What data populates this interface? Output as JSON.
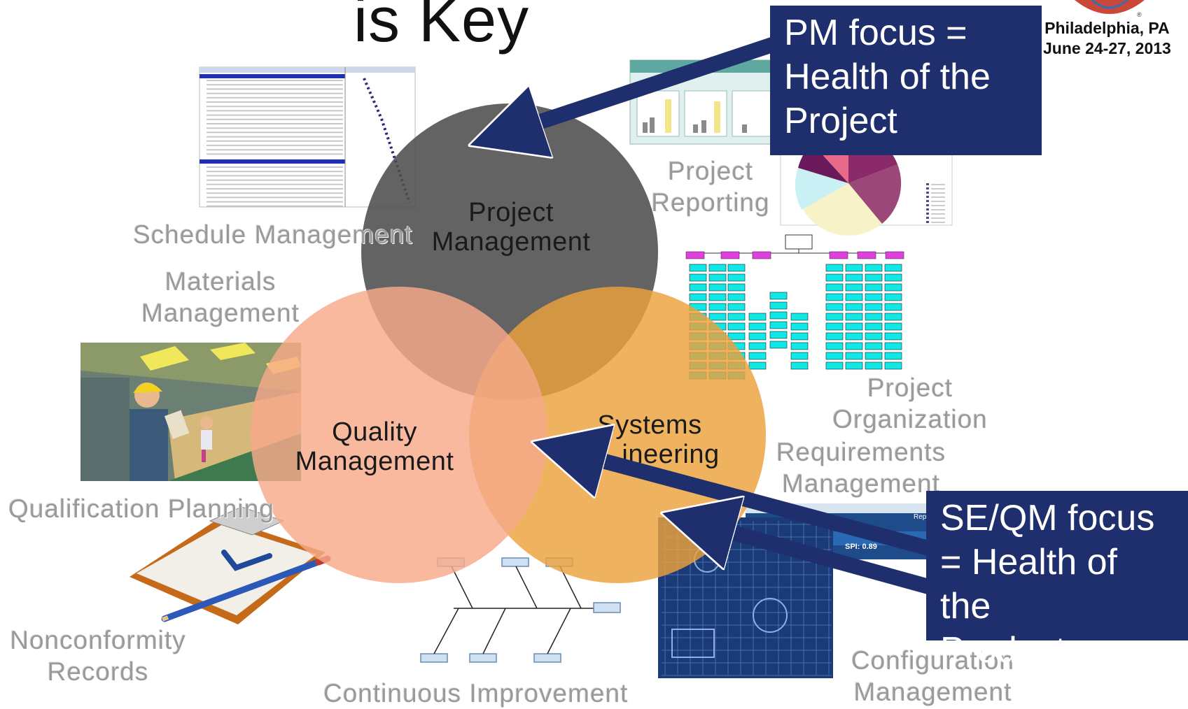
{
  "title": "is Key",
  "conference": {
    "location": "Philadelphia, PA",
    "dates": "June 24-27, 2013"
  },
  "circles": {
    "project_management": [
      "Project",
      "Management"
    ],
    "quality_management": [
      "Quality",
      "Management"
    ],
    "systems_engineering": [
      "Systems",
      "ineering"
    ]
  },
  "labels": {
    "schedule_management": "Schedule Management",
    "materials_management": [
      "Materials",
      "Management"
    ],
    "qualification_planning": "Qualification Planning",
    "nonconformity_records": [
      "Nonconformity",
      "Records"
    ],
    "continuous_improvement": "Continuous Improvement",
    "project_reporting": [
      "Project",
      "Reporting"
    ],
    "project_organization": [
      "Project",
      "Organization"
    ],
    "requirements_management": [
      "Requirements",
      "Management"
    ],
    "configuration_management": [
      "Configuration",
      "Management"
    ]
  },
  "callouts": {
    "pm_focus": [
      "PM focus =",
      "Health of the",
      "Project"
    ],
    "se_qm_focus": [
      "SE/QM focus",
      "= Health of the",
      "Product"
    ]
  },
  "report_snippet": {
    "spi_text": "SPI: 0.89",
    "report_word": "Report"
  },
  "colors": {
    "callout_bg": "#1f2f6e",
    "arrow": "#1f2f6e",
    "project_circle": "#4d4d4d",
    "quality_circle": "#f6a98a",
    "systems_circle": "#eca23c",
    "label_grey": "#9a9a9a"
  },
  "icons": [
    "warehouse-worker-image",
    "clipboard-checkmark-image",
    "fishbone-diagram",
    "gantt-schedule-thumbnail",
    "bar-chart-thumbnail",
    "pie-chart-thumbnail",
    "org-chart-thumbnail",
    "blueprint-image",
    "globe-logo"
  ]
}
